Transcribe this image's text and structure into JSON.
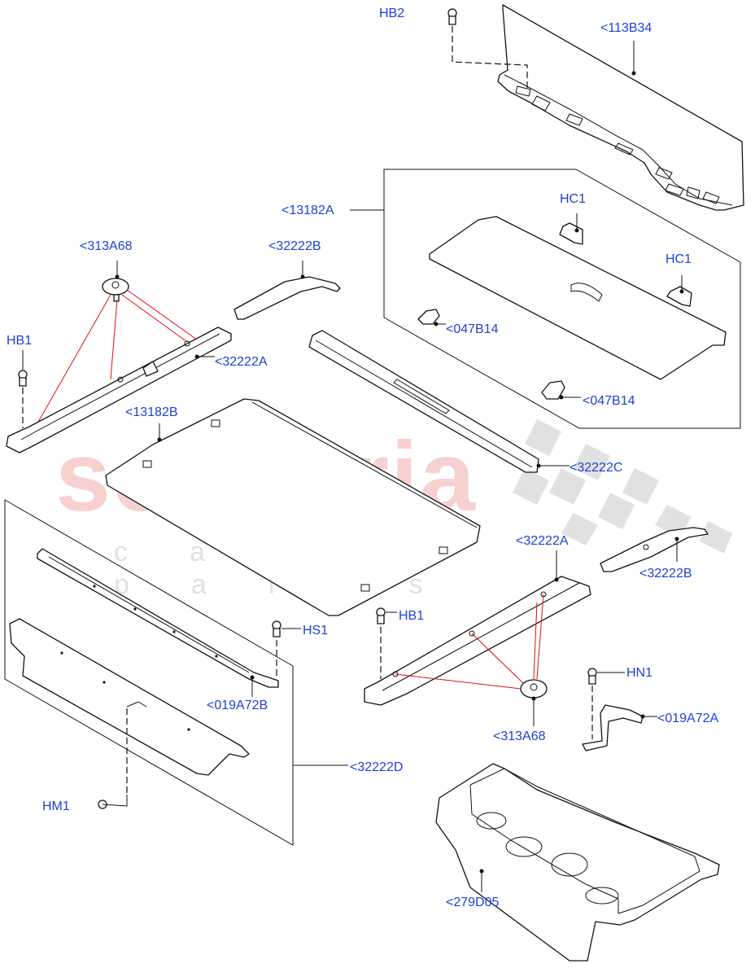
{
  "watermark": {
    "brand": "scuderia",
    "tagline": "car parts"
  },
  "labels": {
    "hb2": "HB2",
    "p113b34": "<113B34",
    "p13182a": "<13182A",
    "hc1_a": "HC1",
    "hc1_b": "HC1",
    "p313a68_a": "<313A68",
    "p32222b_a": "<32222B",
    "hb1_a": "HB1",
    "p32222a_a": "<32222A",
    "p047b14_a": "<047B14",
    "p047b14_b": "<047B14",
    "p13182b": "<13182B",
    "p32222c": "<32222C",
    "p32222a_b": "<32222A",
    "p32222b_b": "<32222B",
    "hb1_b": "HB1",
    "hs1": "HS1",
    "p019a72b": "<019A72B",
    "hn1": "HN1",
    "p019a72a": "<019A72A",
    "p313a68_b": "<313A68",
    "p32222d": "<32222D",
    "hm1": "HM1",
    "p279d05": "<279D05"
  }
}
